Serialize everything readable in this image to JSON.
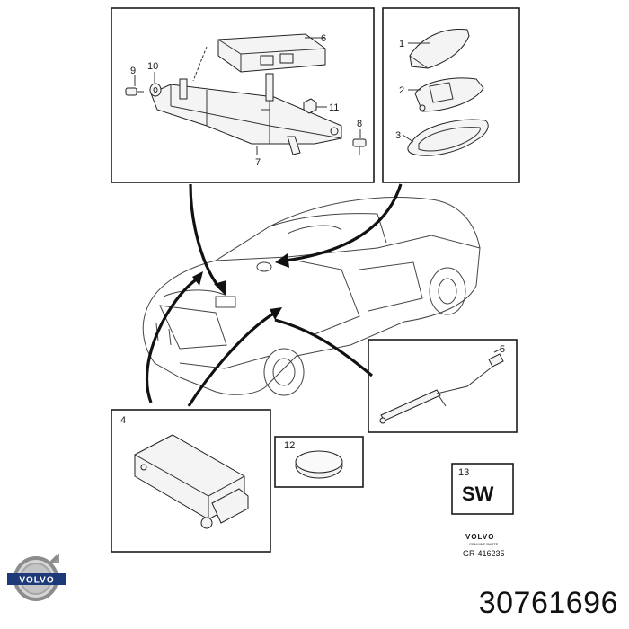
{
  "callouts": {
    "c1": "1",
    "c2": "2",
    "c3": "3",
    "c4": "4",
    "c5": "5",
    "c6": "6",
    "c7": "7",
    "c8": "8",
    "c9": "9",
    "c10": "10",
    "c11": "11",
    "c12": "12",
    "c13": "13"
  },
  "sw_badge": "SW",
  "logo_wordmark_small": "VOLVO",
  "logo_subtitle_small": "GENUINE PARTS",
  "drawing_ref": "GR-416235",
  "brand_logo_text": "VOLVO",
  "part_number": "30761696"
}
